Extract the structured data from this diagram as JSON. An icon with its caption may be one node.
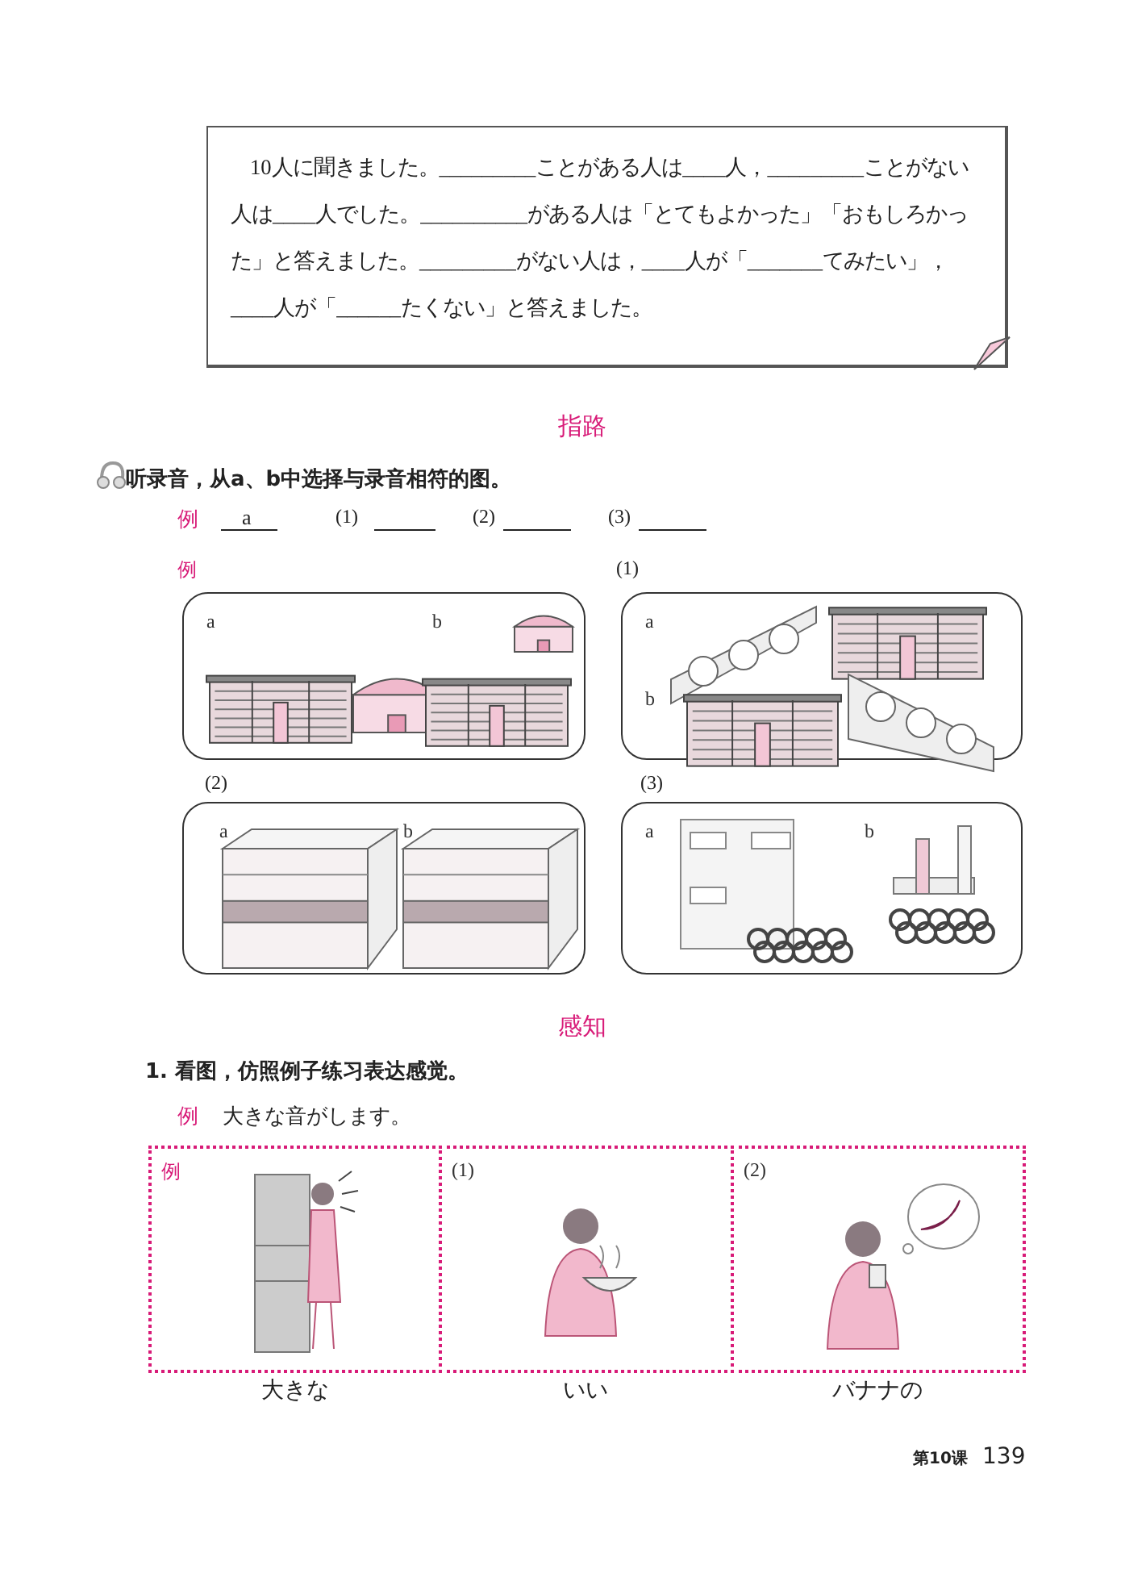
{
  "diagram": {
    "nodes": [
      {
        "text": [
          "10人に聞きました。_________ことがある人は____人，_________ことがない人は____人でした。__________がある人は「とてもよかった」「おもしろかった」と答えました。_________がない人は，____人が「_______てみたい」，____人が「______たくない」と答えました。"
        ]
      },
      {
        "text": [
          "a",
          "b"
        ],
        "beside": [
          "例"
        ]
      },
      {
        "text": [
          "a",
          "b"
        ],
        "beside": [
          "(1)"
        ]
      },
      {
        "text": [
          "a",
          "b"
        ],
        "beside": [
          "(2)"
        ]
      },
      {
        "text": [
          "a",
          "b"
        ],
        "beside": [
          "(3)"
        ]
      },
      {
        "text": [
          "例"
        ],
        "beside": [
          "大きな"
        ]
      },
      {
        "text": [
          "(1)"
        ],
        "beside": [
          "いい"
        ]
      },
      {
        "text": [
          "(2)"
        ],
        "beside": [
          "バナナの"
        ]
      }
    ],
    "edges": [],
    "labels": [
      "指路",
      "听录音，从a、b中选择与录音相符的图。",
      "例",
      "a",
      "(1)",
      "(2)",
      "(3)",
      "感知",
      "1. 看图，仿照例子练习表达感觉。",
      "例",
      "大きな音がします。",
      "第10课",
      "139"
    ]
  }
}
